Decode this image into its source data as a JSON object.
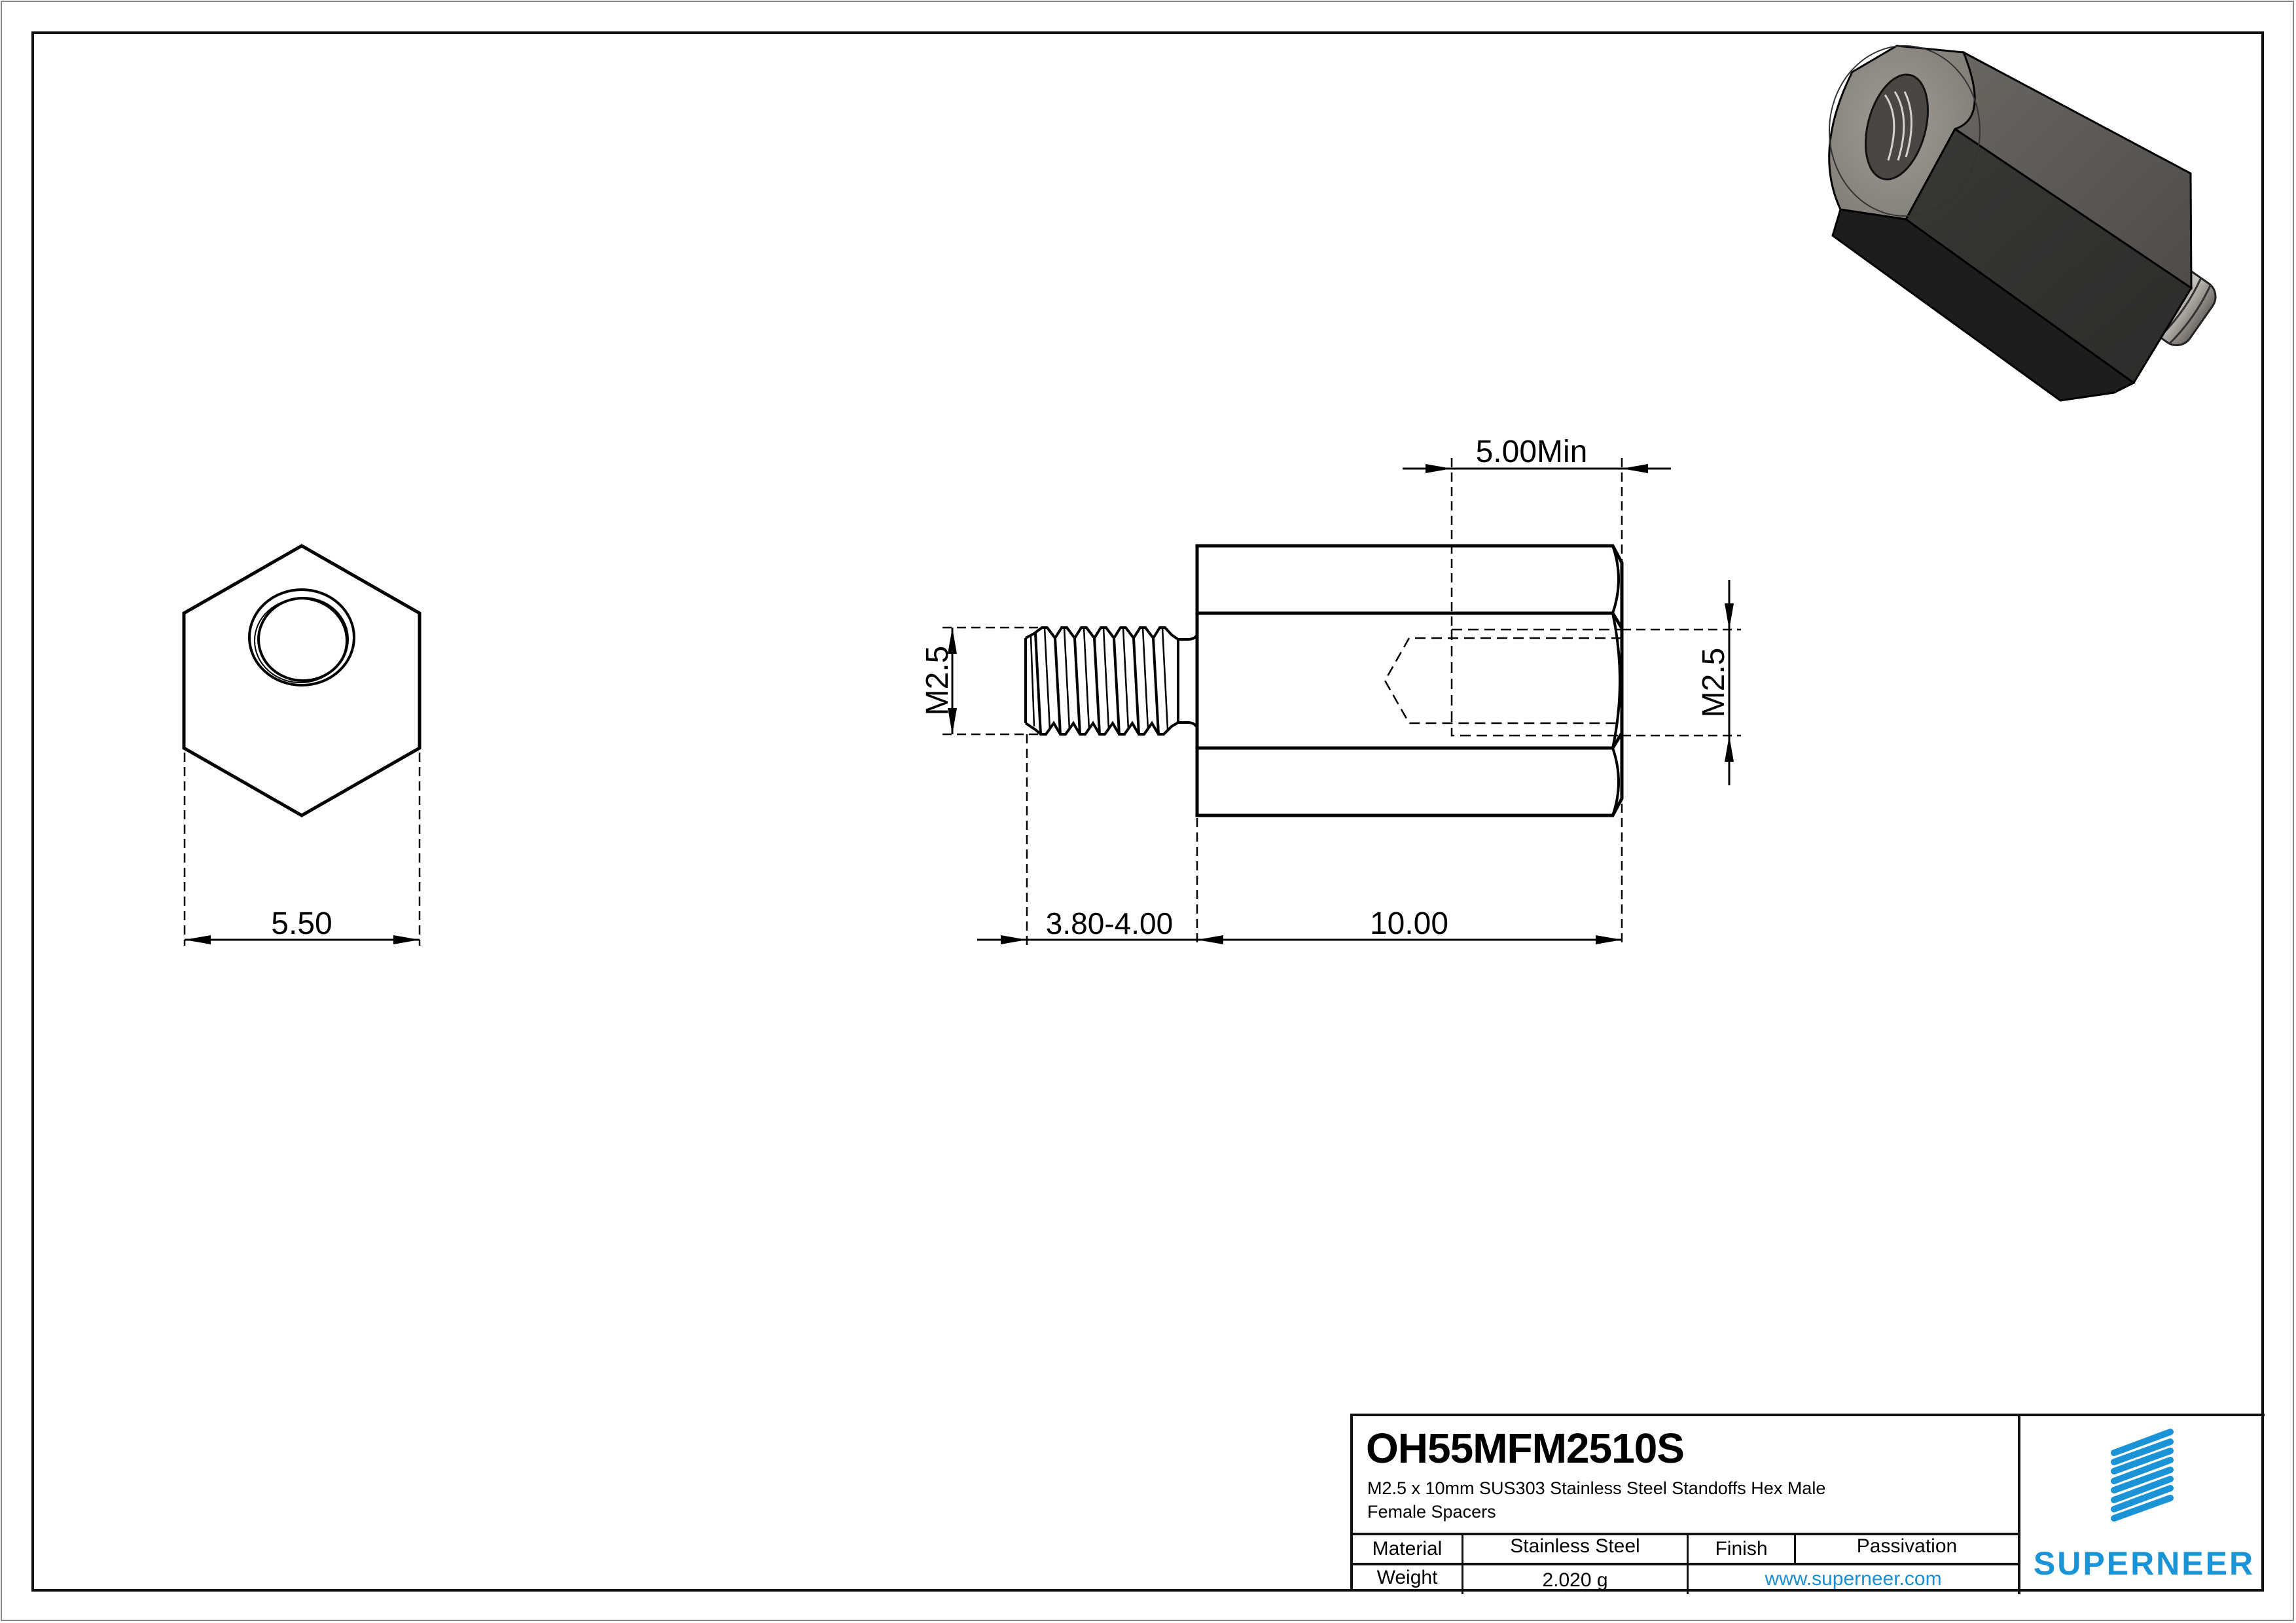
{
  "drawing": {
    "front_view": {
      "dimension_width": "5.50"
    },
    "side_view": {
      "dim_thread_depth": "5.00Min",
      "dim_male_thread": "M2.5",
      "dim_female_thread": "M2.5",
      "dim_stud_length": "3.80-4.00",
      "dim_body_length": "10.00"
    },
    "iso_view": {
      "description": "3D rendered hex male-female standoff"
    }
  },
  "title_block": {
    "part_number": "OH55MFM2510S",
    "description_line1": "M2.5 x 10mm SUS303 Stainless Steel Standoffs Hex Male",
    "description_line2": "Female Spacers",
    "material_label": "Material",
    "material_value": "Stainless Steel",
    "finish_label": "Finish",
    "finish_value": "Passivation",
    "weight_label": "Weight",
    "weight_value": "2.020 g",
    "website": "www.superneer.com",
    "brand": "SUPERNEER"
  },
  "colors": {
    "brand_blue": "#1a94d6",
    "line": "#000000",
    "url_blue": "#1a8fd4"
  }
}
